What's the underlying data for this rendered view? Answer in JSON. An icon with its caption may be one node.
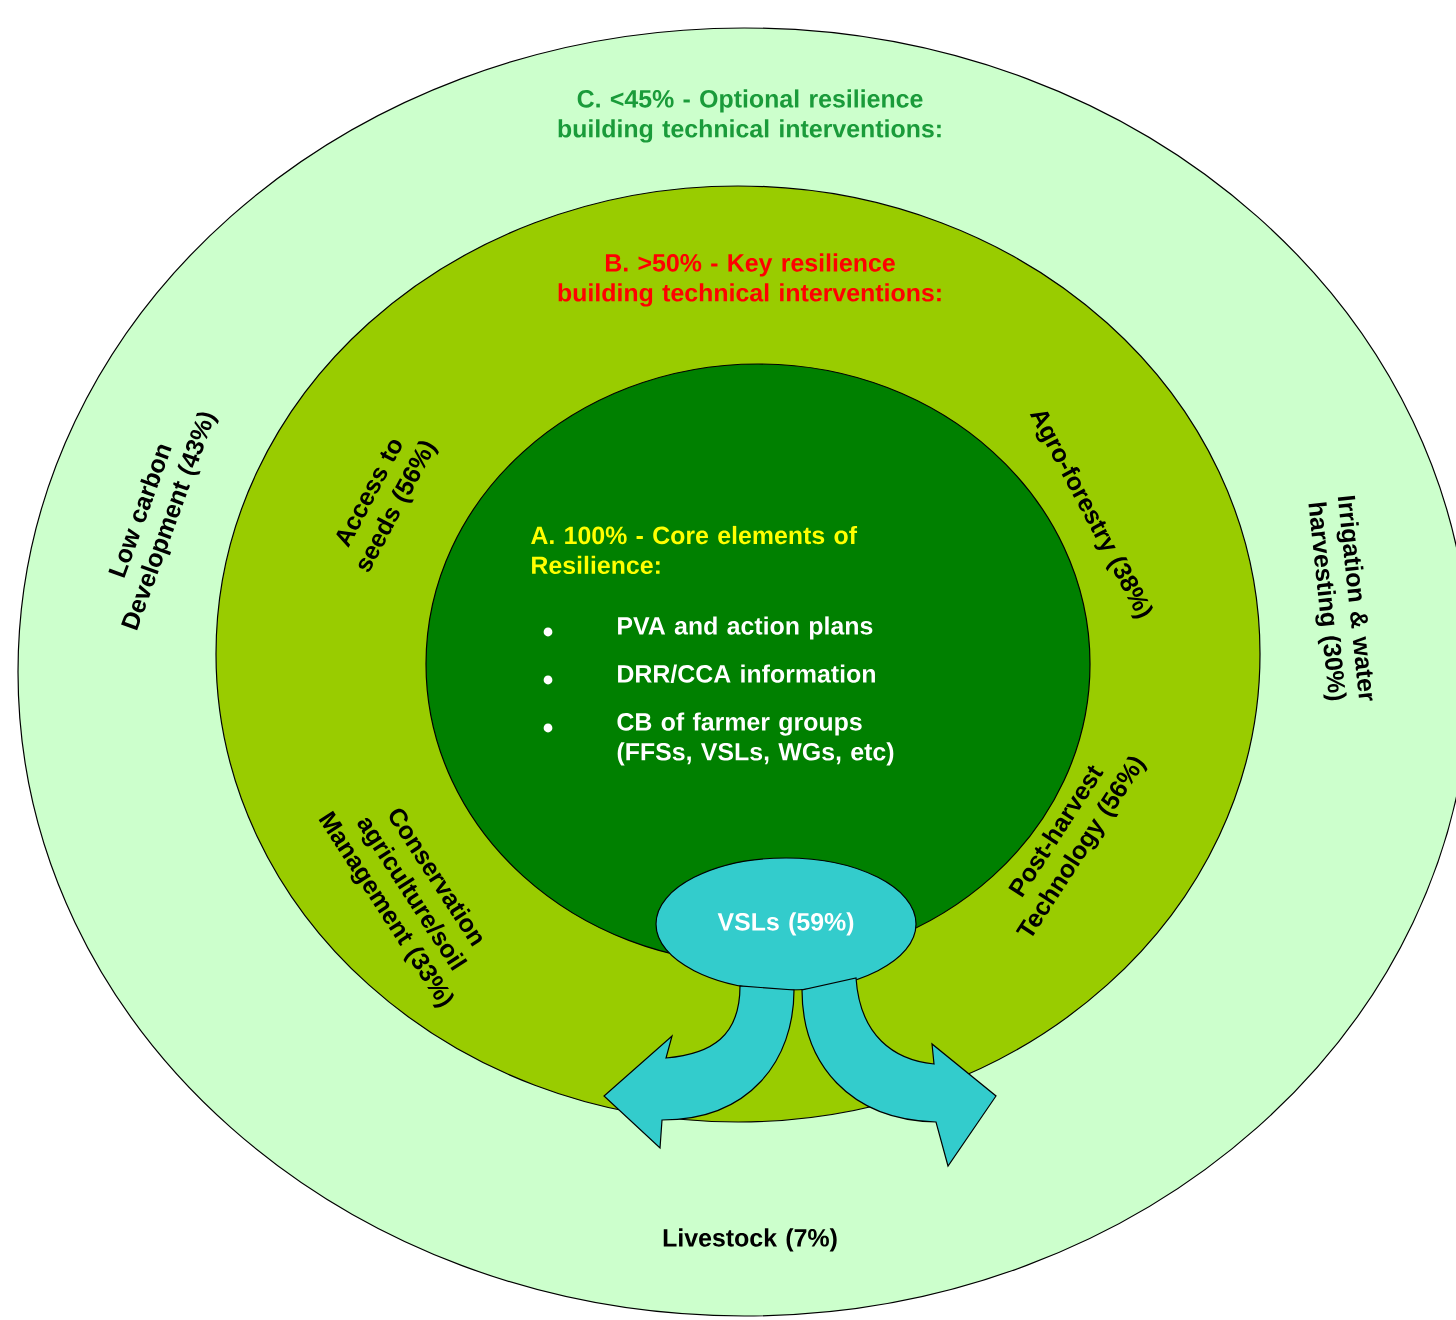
{
  "diagram": {
    "nodes": [
      {
        "text": [
          "C. <45% - Optional resilience building technical interventions:",
          "Low carbon Development (43%)",
          "Irrigation & water harvesting (30%)",
          "Livestock (7%)"
        ]
      },
      {
        "text": [
          "B. >50% - Key resilience building technical interventions:",
          "Access to seeds (56%)",
          "Agro-forestry (38%)",
          "Conservation agriculture/soil Management (33%)",
          "Post-harvest Technology (56%)"
        ],
        "in": 0
      },
      {
        "text": [
          "A. 100%  - Core elements of Resilience:",
          "PVA and action plans",
          "DRR/CCA information",
          "CB of farmer groups (FFSs, VSLs, WGs, etc)"
        ],
        "in": 1
      },
      {
        "text": [
          "VSLs (59%)"
        ],
        "in": 1
      }
    ],
    "edges": [
      {
        "from": 3,
        "to": null,
        "arrow": "to"
      },
      {
        "from": 3,
        "to": null,
        "arrow": "to"
      }
    ]
  }
}
